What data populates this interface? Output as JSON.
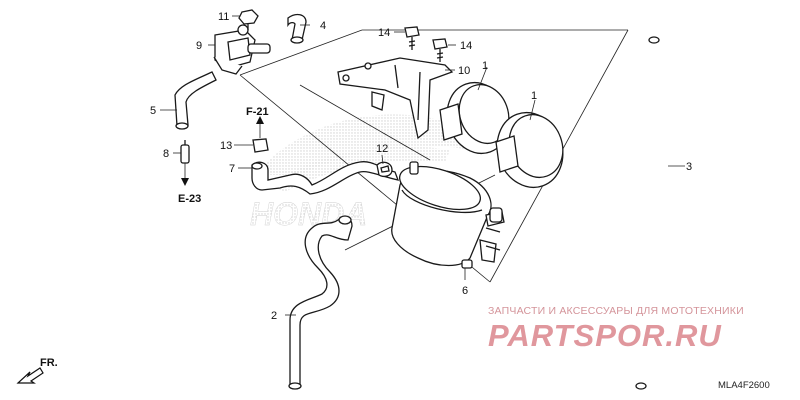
{
  "callouts": [
    "1",
    "1",
    "2",
    "3",
    "4",
    "5",
    "6",
    "7",
    "8",
    "9",
    "10",
    "11",
    "12",
    "13",
    "14",
    "14"
  ],
  "refs": {
    "f21": "F-21",
    "e23": "E-23",
    "front": "FR."
  },
  "watermark": {
    "caption": "ЗАПЧАСТИ И АКСЕССУАРЫ ДЛЯ МОТОТЕХНИКИ",
    "brand": "PARTSPOR.RU",
    "logo_text": "HONDA"
  },
  "diagram_code": "MLA4F2600",
  "colors": {
    "line": "#1a1a1a",
    "part_fill": "#ffffff",
    "watermark": "#e0979d",
    "logo_dots": "#c8c8c8"
  }
}
